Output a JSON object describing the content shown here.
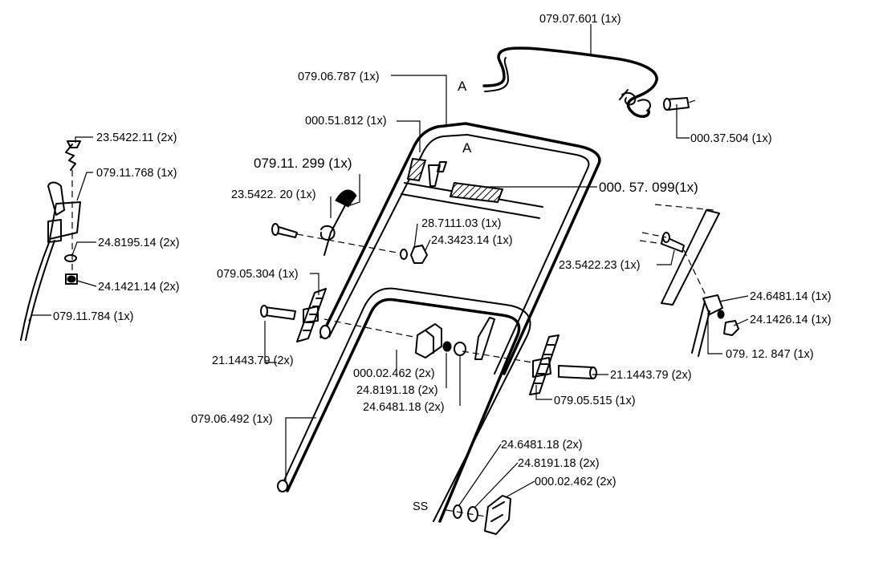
{
  "labels": {
    "handle_upper": "079.07.601  (1x)",
    "handle_middle": "079.06.787  (1x)",
    "marker_a_left": "A",
    "marker_a_right": "A",
    "screw_upper_right": "000.37.504  (1x)",
    "cover_plate": "000.51.812  (1x)",
    "sticker": "000. 57. 099(1x)",
    "lever_assembly": "079.11. 299   (1x)",
    "screw_lever": "23.5422. 20  (1x)",
    "part_287111": "28.7111.03  (1x)",
    "nut_243423": "24.3423.14  (1x)",
    "bracket_079_05_304": "079.05.304  (1x)",
    "bolt_left": "21.1443.79  (2x)",
    "knob_left": "000.02.462  (2x)",
    "washer_24_8191_left": "24.8191.18  (2x)",
    "washer_24_6481_left": "24.6481.18  (2x)",
    "handle_lower": "079.06.492  (1x)",
    "bracket_079_05_515": "079.05.515  (1x)",
    "bolt_right": "21.1443.79  (2x)",
    "washer_24_6481_bottom": "24.6481.18  (2x)",
    "washer_24_8191_bottom": "24.8191.18  (2x)",
    "knob_bottom": "000.02.462  (2x)",
    "marker_ss": "SS",
    "screw_23_5422_11": "23.5422.11  (2x)",
    "lever_079_11_768": "079.11.768  (1x)",
    "washer_24_8195_14": "24.8195.14  (2x)",
    "nut_24_1421_14": "24.1421.14  (2x)",
    "cable_079_11_784": "079.11.784  (1x)",
    "screw_23_5422_23": "23.5422.23  (1x)",
    "washer_24_6481_14": "24.6481.14  (1x)",
    "nut_24_1426_14": "24.1426.14  (1x)",
    "bracket_079_12_847": "079. 12. 847  (1x)"
  }
}
